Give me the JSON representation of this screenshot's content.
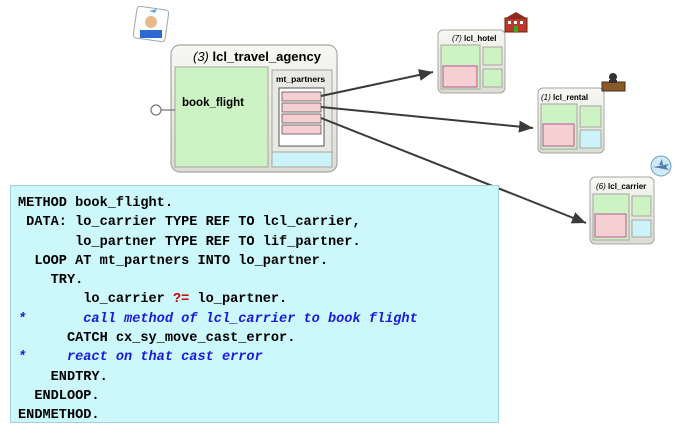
{
  "main_class": {
    "number": "(3)",
    "name": "lcl_travel_agency",
    "method": "book_flight",
    "attribute": "mt_partners"
  },
  "classes": [
    {
      "number": "(7)",
      "name": "lcl_hotel",
      "icon": "hotel-icon"
    },
    {
      "number": "(1)",
      "name": "lcl_rental",
      "icon": "rental-desk-icon"
    },
    {
      "number": "(6)",
      "name": "lcl_carrier",
      "icon": "airplane-icon"
    }
  ],
  "agent_icon": "travel-agent-icon",
  "code": {
    "l1": "METHOD book_flight.",
    "l2": " DATA: lo_carrier TYPE REF TO lcl_carrier,",
    "l3": "       lo_partner TYPE REF TO lif_partner.",
    "l4": "  LOOP AT mt_partners INTO lo_partner.",
    "l5": "    TRY.",
    "l6a": "        lo_carrier ",
    "l6op": "?=",
    "l6b": " lo_partner.",
    "l7": "*       call method of lcl_carrier to book flight",
    "l8": "      CATCH cx_sy_move_cast_error.",
    "l9": "*     react on that cast error",
    "l10": "    ENDTRY.",
    "l11": "  ENDLOOP.",
    "l12": "ENDMETHOD."
  },
  "colors": {
    "code_bg": "#ccf7fb",
    "method_green": "#cdf2c4",
    "pink": "#f6cfd2",
    "comment_blue": "#1a1adc",
    "operator_red": "#cc0000"
  }
}
